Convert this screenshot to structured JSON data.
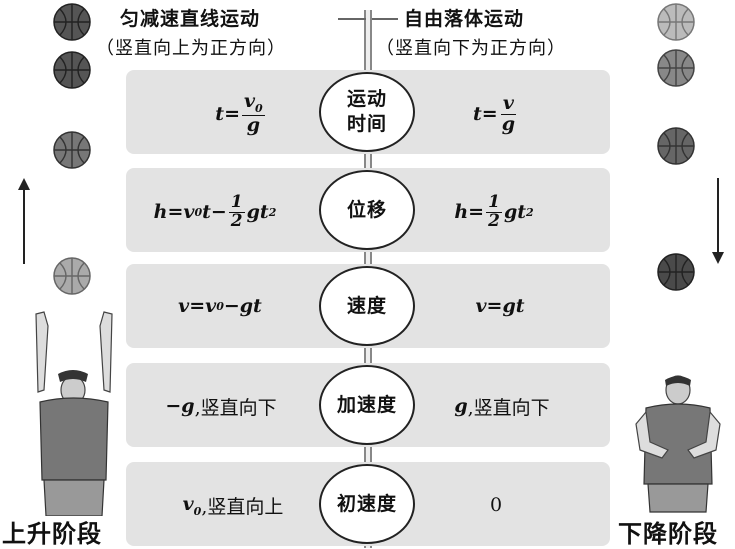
{
  "header": {
    "left_title": "匀减速直线运动",
    "left_sub": "（竖直向上为正方向）",
    "right_title": "自由落体运动",
    "right_sub": "（竖直向下为正方向）"
  },
  "rows": [
    {
      "label_line1": "运动",
      "label_line2": "时间",
      "left": {
        "t": "t",
        "eq": "=",
        "num": "v",
        "num_sub": "0",
        "den": "g"
      },
      "right": {
        "t": "t",
        "eq": "=",
        "num": "v",
        "den": "g"
      }
    },
    {
      "label": "位移",
      "left": {
        "a": "h",
        "b": "=",
        "c": "v",
        "c_sub": "0",
        "d": "t",
        "e": "−",
        "num": "1",
        "den": "2",
        "f": "gt",
        "f_sup": "2"
      },
      "right": {
        "a": "h",
        "b": "=",
        "num": "1",
        "den": "2",
        "f": "gt",
        "f_sup": "2"
      }
    },
    {
      "label": "速度",
      "left": {
        "a": "v",
        "b": "=",
        "c": "v",
        "c_sub": "0",
        "d": "−",
        "e": "gt"
      },
      "right": {
        "a": "v",
        "b": "=",
        "c": "gt"
      }
    },
    {
      "label": "加速度",
      "left": {
        "sym": "−g",
        "text": ",竖直向下"
      },
      "right": {
        "sym": "g",
        "text": ",竖直向下"
      }
    },
    {
      "label": "初速度",
      "left": {
        "sym": "v",
        "sym_sub": "0",
        "text": ",竖直向上"
      },
      "right": {
        "text": "0"
      }
    }
  ],
  "stages": {
    "left": "上升阶段",
    "right": "下降阶段"
  },
  "icons": [
    "basketball-icon",
    "arrow-up-icon",
    "arrow-down-icon",
    "person-arms-up-icon",
    "person-catching-icon"
  ]
}
